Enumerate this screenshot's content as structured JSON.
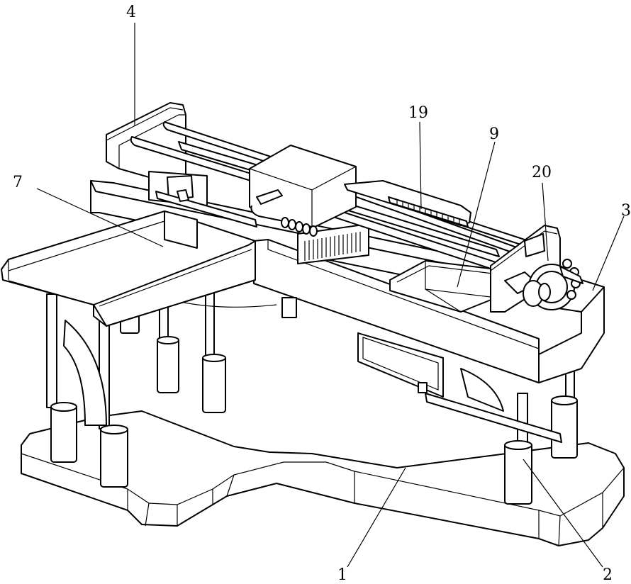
{
  "labels": {
    "l1": "1",
    "l2": "2",
    "l3": "3",
    "l4": "4",
    "l7": "7",
    "l9": "9",
    "l19": "19",
    "l20": "20"
  }
}
